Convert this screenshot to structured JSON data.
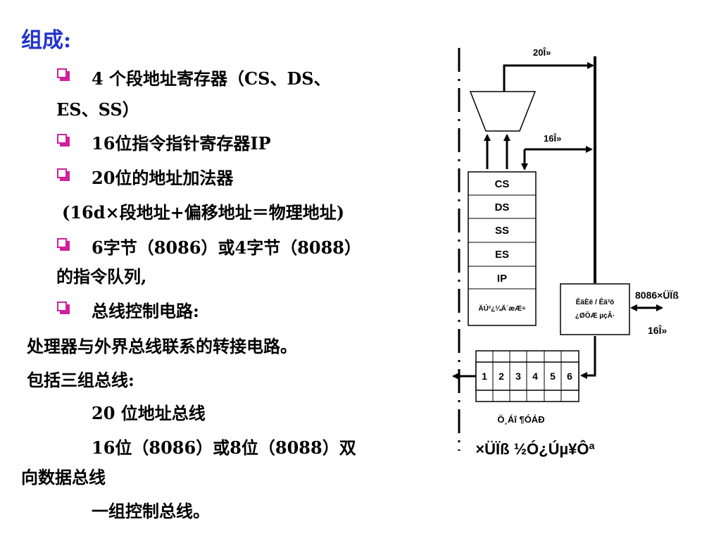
{
  "slide": {
    "title": "组成:",
    "bullets": [
      "4 个段地址寄存器（CS、DS、",
      "ES、SS）",
      "16位指令指针寄存器IP",
      "20位的地址加法器",
      "(16d×段地址+偏移地址＝物理地址)",
      "6字节（8086）或4字节（8088）",
      "的指令队列,",
      "总线控制电路:"
    ],
    "body_lines": [
      "处理器与外界总线联系的转接电路。",
      "包括三组总线:",
      "20 位地址总线",
      "16位（8086）或8位（8088）双",
      "向数据总线",
      "一组控制总线。"
    ]
  },
  "diagram": {
    "label_20bit": "20Î»",
    "label_16bit_top": "16Î»",
    "registers": [
      "CS",
      "DS",
      "SS",
      "ES",
      "IP"
    ],
    "internal_reg_label": "ÄÚ²¿¼Ä´æÆ÷",
    "bus_control_label_1": "ÊäÈë / Êä³ö",
    "bus_control_label_2": "¿ØÖÆ  µçÂ·",
    "ext_bus_label": "8086×ÜÏß",
    "label_16bit_right": "16Î»",
    "queue_cells": [
      "1",
      "2",
      "3",
      "4",
      "5",
      "6"
    ],
    "queue_label": "Ö¸Áî ¶ÓÁÐ",
    "bottom_label": "×ÜÏß ½Ó¿Úµ¥Ôª"
  }
}
